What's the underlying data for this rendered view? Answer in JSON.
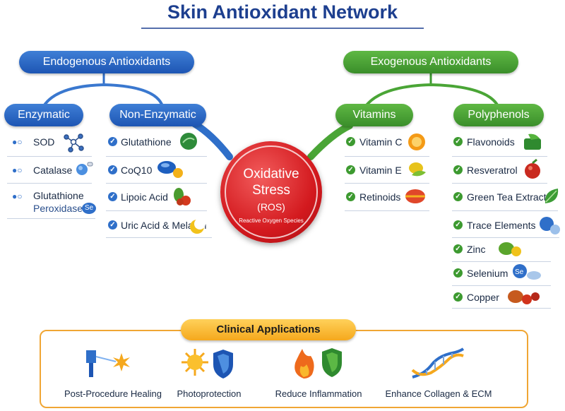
{
  "title": "Skin Antioxidant Network",
  "endogenous": {
    "label": "Endogenous Antioxidants",
    "enzymatic": {
      "label": "Enzymatic",
      "items": [
        "SOD",
        "Catalase",
        "Glutathione",
        "Peroxidase"
      ]
    },
    "non_enzymatic": {
      "label": "Non-Enzymatic",
      "items": [
        "Glutathione",
        "CoQ10",
        "Lipoic Acid",
        "Uric Acid & Melanin"
      ]
    }
  },
  "exogenous": {
    "label": "Exogenous Antioxidants",
    "vitamins": {
      "label": "Vitamins",
      "items": [
        "Vitamin C",
        "Vitamin E",
        "Retinoids"
      ]
    },
    "polyphenols": {
      "label": "Polyphenols",
      "items": [
        "Flavonoids",
        "Resveratrol",
        "Green Tea Extract",
        "Trace Elements",
        "Zinc",
        "Selenium",
        "Copper"
      ]
    }
  },
  "center": {
    "line1": "Oxidative",
    "line2": "Stress",
    "line3": "(ROS)",
    "line4": "Reactive Oxygen Species"
  },
  "clinical": {
    "label": "Clinical Applications",
    "items": [
      "Post-Procedure Healing",
      "Photoprotection",
      "Reduce Inflammation",
      "Enhance Collagen & ECM"
    ]
  },
  "badges": {
    "se": "Se"
  },
  "colors": {
    "blue": "#1d55b3",
    "green": "#3a8e2a",
    "red": "#d3191e",
    "orange": "#f5a81d",
    "title": "#1d3f8f"
  }
}
